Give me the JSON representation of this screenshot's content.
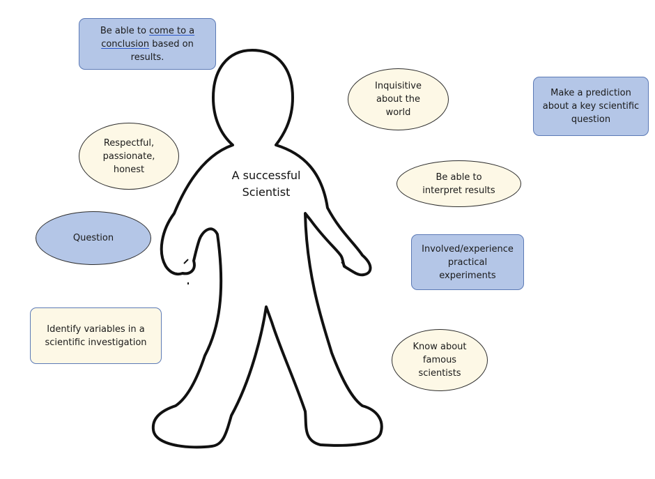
{
  "center_label": {
    "line1": "A successful",
    "line2": "Scientist"
  },
  "nodes": {
    "conclusion": {
      "pre": "Be able to ",
      "link": "come to a conclusion",
      "post": " based on results."
    },
    "respectful": "Respectful, passionate, honest",
    "question": "Question",
    "variables": "Identify variables in a scientific investigation",
    "inquisitive": "Inquisitive about the world",
    "prediction": "Make a prediction about a key scientific question",
    "interpret": "Be able to interpret results",
    "practical": "Involved/experience practical experiments",
    "famous": "Know about famous scientists"
  },
  "colors": {
    "blue_fill": "#b4c6e7",
    "cream_fill": "#fdf8e6",
    "box_border": "#5b79b5",
    "oval_border": "#2c2c2c"
  }
}
